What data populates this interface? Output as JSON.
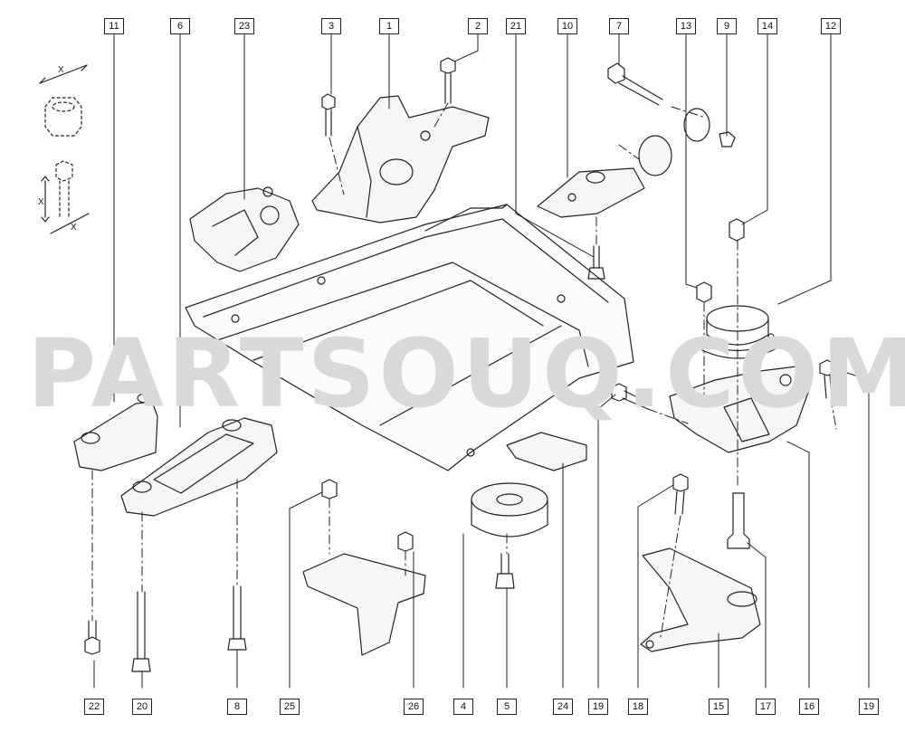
{
  "watermark": "PARTSOUQ.COM",
  "callouts": {
    "c11": "11",
    "c6": "6",
    "c23": "23",
    "c3": "3",
    "c1": "1",
    "c2": "2",
    "c21": "21",
    "c10": "10",
    "c7": "7",
    "c13": "13",
    "c9": "9",
    "c14": "14",
    "c12": "12",
    "c22": "22",
    "c20": "20",
    "c8": "8",
    "c25": "25",
    "c26": "26",
    "c4": "4",
    "c5": "5",
    "c24": "24",
    "c19a": "19",
    "c18": "18",
    "c15": "15",
    "c17": "17",
    "c16": "16",
    "c19b": "19"
  },
  "legend": {
    "dim_label": "X"
  },
  "colors": {
    "line": "#222222",
    "callout_border": "#222222",
    "watermark": "#d9d9d9"
  }
}
